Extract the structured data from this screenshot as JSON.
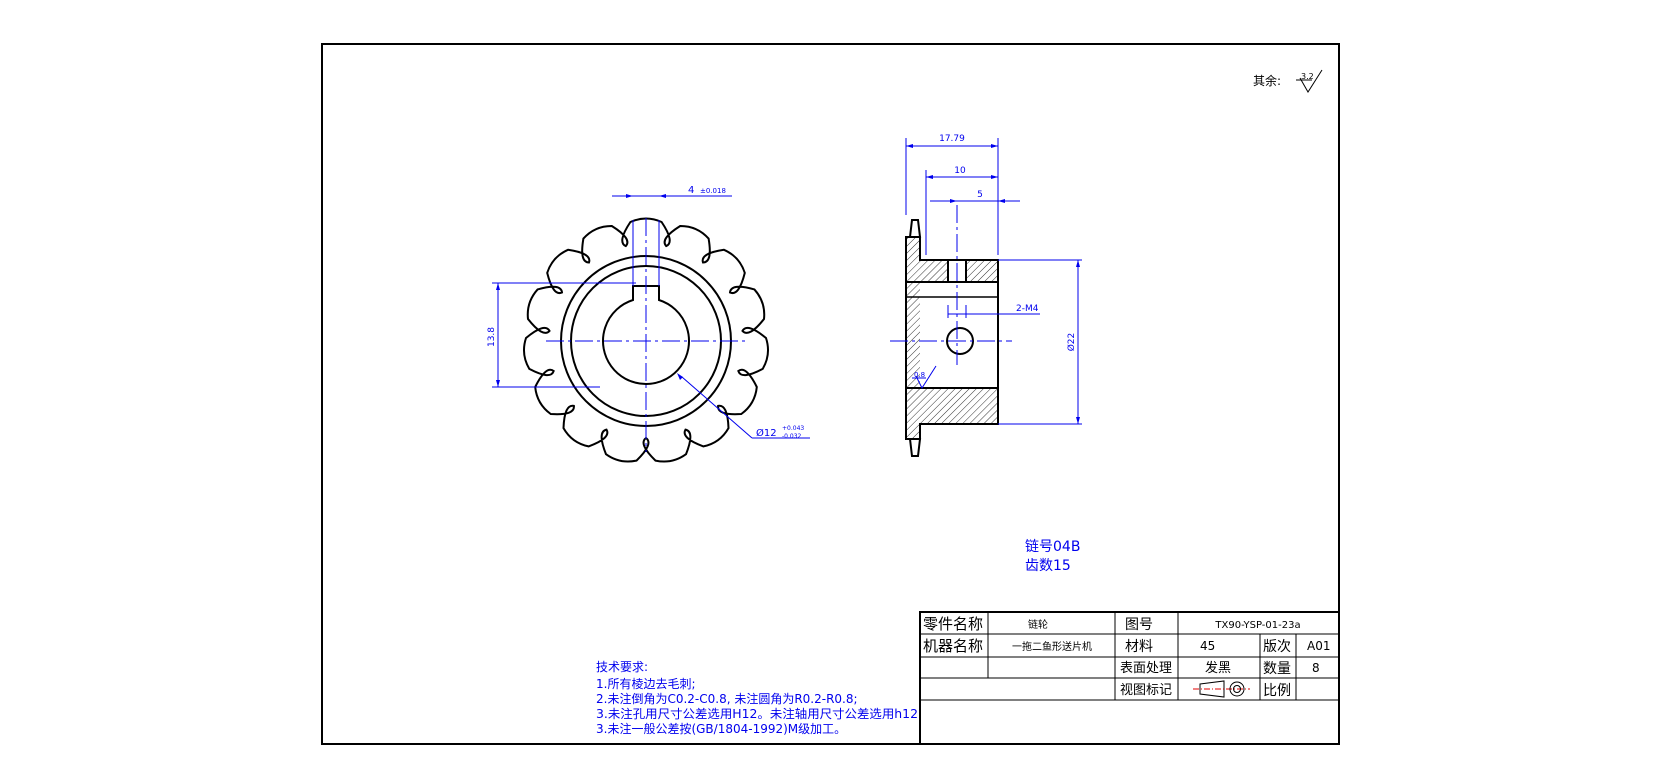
{
  "drawing": {
    "roughness_note": {
      "label": "其余:",
      "value": "3.2"
    },
    "dimensions": {
      "key_width": "4",
      "key_width_tol": "±0.018",
      "key_height": "13.8",
      "bore": "Ø12",
      "bore_tol_upper": "+0.043",
      "bore_tol_lower": "-0.032",
      "overall_width": "17.79",
      "hub_length": "10",
      "screw_pos": "5",
      "screw_holes": "2-M4",
      "hub_diameter": "Ø22",
      "face_roughness": "0.8"
    },
    "chain_info": {
      "chain_no": "链号04B",
      "teeth": "齿数15"
    }
  },
  "tech_requirements": {
    "title": "技术要求:",
    "items": [
      "1.所有棱边去毛刺;",
      "2.未注倒角为C0.2-C0.8, 未注圆角为R0.2-R0.8;",
      "3.未注孔用尺寸公差选用H12。未注轴用尺寸公差选用h12",
      "3.未注一般公差按(GB/1804-1992)M级加工。"
    ]
  },
  "title_block": {
    "part_name_label": "零件名称",
    "part_name": "链轮",
    "drawing_no_label": "图号",
    "drawing_no": "TX90-YSP-01-23a",
    "machine_label": "机器名称",
    "machine_name": "一拖二鱼形送片机",
    "material_label": "材料",
    "material": "45",
    "version_label": "版次",
    "version": "A01",
    "surface_label": "表面处理",
    "surface": "发黑",
    "qty_label": "数量",
    "qty": "8",
    "view_label": "视图标记",
    "scale_label": "比例",
    "scale": ""
  }
}
